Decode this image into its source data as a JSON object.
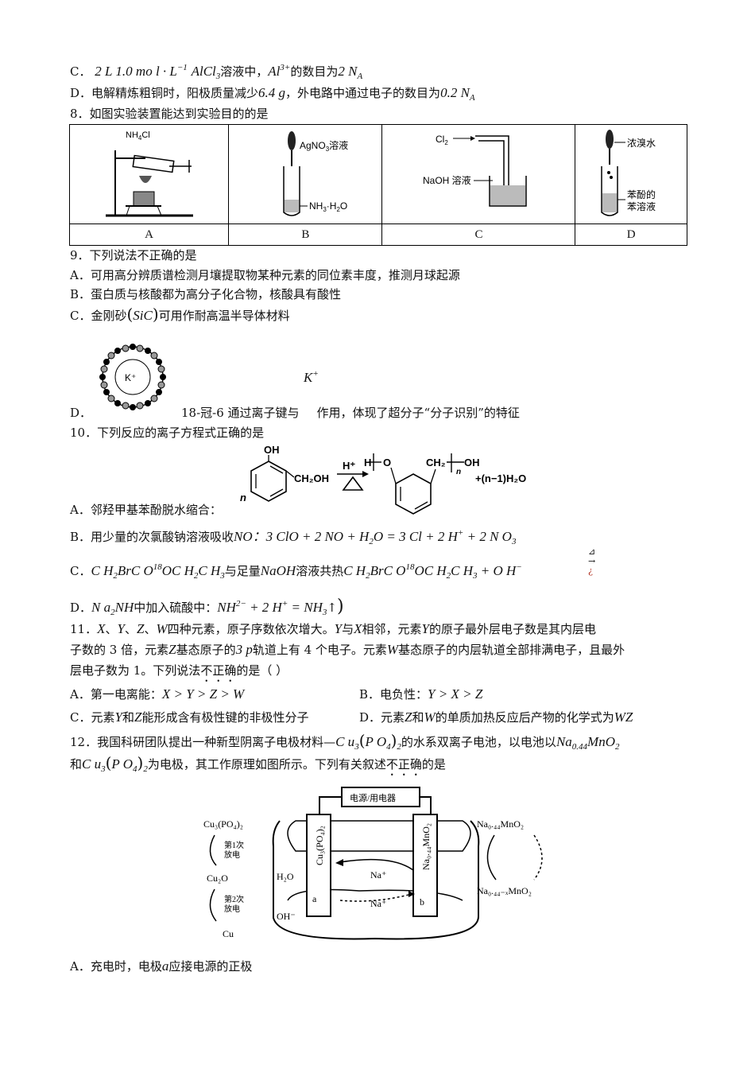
{
  "q7": {
    "c_prefix": "C．",
    "c_formula": "2 L 1.0 mo l · L",
    "c_formula_sup": "−1",
    "c_species": "AlCl",
    "c_species_sub": "3",
    "c_text1": "溶液中，",
    "c_ion": "Al",
    "c_ion_sup": "3+",
    "c_text2": "的数目为",
    "c_value": "2 N",
    "c_value_sub": "A",
    "d_prefix": "D．",
    "d_text1": "电解精炼粗铜时，阳极质量减少",
    "d_mass": "6.4 g",
    "d_text2": "，外电路中通过电子的数目为",
    "d_value": "0.2 N",
    "d_value_sub": "A"
  },
  "q8": {
    "stem": "8．如图实验装置能达到实验目的的是",
    "labels": [
      "A",
      "B",
      "C",
      "D"
    ],
    "figA": {
      "reagent": "NH",
      "reagent_sub": "4",
      "reagent_tail": "Cl"
    },
    "figB": {
      "top": "AgNO",
      "top_sub": "3",
      "top_tail": "溶液",
      "bottom": "NH",
      "bottom_sub": "3",
      "bottom_tail": "·H",
      "bottom_sub2": "2",
      "bottom_end": "O"
    },
    "figC": {
      "gas": "Cl",
      "gas_sub": "2",
      "solution": "NaOH 溶液"
    },
    "figD": {
      "top": "浓溴水",
      "bottom1": "苯酚的",
      "bottom2": "苯溶液"
    }
  },
  "q9": {
    "stem": "9．下列说法不正确的是",
    "a": "A．可用高分辨质谱检测月壤提取物某种元素的同位素丰度，推测月球起源",
    "b": "B．蛋白质与核酸都为高分子化合物，核酸具有酸性",
    "c_prefix": "C．金刚砂",
    "c_formula": "SiC",
    "c_text": "可用作耐高温半导体材料",
    "d_prefix": "D．",
    "d_crown_center": "K⁺",
    "d_ion": "K",
    "d_ion_sup": "+",
    "d_text1": "18-冠-6 通过离子键与",
    "d_text2": "作用，体现了超分子“分子识别”的特征"
  },
  "q10": {
    "stem": "10．下列反应的离子方程式正确的是",
    "scheme": {
      "n": "n",
      "oh": "OH",
      "ch2oh": "CH₂OH",
      "catalyst": "H⁺",
      "h": "H",
      "o": "O",
      "ch2": "CH₂",
      "n2": "n",
      "oh2": "OH",
      "product2": "+(n−1)H₂O"
    },
    "a": "A．邻羟甲基苯酚脱水缩合：",
    "b_prefix": "B．用少量的次氯酸钠溶液吸收",
    "b_species": "NO",
    "b_eq": "：3 ClO + 2 NO + H",
    "b_eq_sub": "2",
    "b_eq2": "O = 3 Cl + 2 H",
    "b_eq2_sup": "+",
    "b_eq3": " + 2 N O",
    "b_eq3_sub": "3",
    "c_prefix": "C．",
    "c_left": "C H",
    "c_left_sub": "2",
    "c_left2": "BrC O",
    "c_left2_sup": "18",
    "c_left3": "OC H",
    "c_left3_sub": "2",
    "c_left4": "C H",
    "c_left4_sub": "3",
    "c_text": "与足量",
    "c_reagent": "NaOH",
    "c_text2": "溶液共热",
    "c_right": "C H",
    "c_right_sub": "2",
    "c_right2": "BrC O",
    "c_right2_sup": "18",
    "c_right3": "OC H",
    "c_right3_sub": "2",
    "c_right4": "C H",
    "c_right4_sub": "3",
    "c_right5": " + O H",
    "c_right5_sup": "−",
    "c_arrow_top": "⊿",
    "c_arrow_mid": "→",
    "c_arrow_bottom": "¿",
    "d_prefix": "D．",
    "d_species": "N a",
    "d_species_sub": "2",
    "d_species2": "NH",
    "d_text": "中加入硫酸中：",
    "d_eq": "NH",
    "d_eq_sup": "2−",
    "d_eq2": " + 2 H",
    "d_eq2_sup": "+",
    "d_eq3": " = NH",
    "d_eq3_sub": "3",
    "d_eq4": "↑",
    "d_close": ")"
  },
  "q11": {
    "line1_prefix": "11．",
    "X": "X",
    "Y": "Y",
    "Z": "Z",
    "W": "W",
    "line1_a": "、",
    "line1_b": "四种元素，原子序数依次增大。",
    "line1_c": "与",
    "line1_d": "相邻，元素",
    "line1_e": "的原子最外层电子数是其内层电",
    "line2_a": "子数的 3 倍，元素",
    "line2_b": "基态原子的",
    "line2_orbital": "3 p",
    "line2_c": "轨道上有 4 个电子。元素",
    "line2_d": "基态原子的内层轨道全部排满电子，且最外",
    "line3_a": "层电子数为 1。下列说法",
    "line3_emph": "不正确",
    "line3_b": "的是（     ）",
    "a_prefix": "A．第一电离能：",
    "a_eq": "X > Y > Z > W",
    "b_prefix": "B．电负性：",
    "b_eq": "Y > X > Z",
    "c_prefix": "C．元素",
    "c_mid": "和",
    "c_text": "能形成含有极性键的非极性分子",
    "d_prefix": "D．元素",
    "d_mid": "和",
    "d_text": "的单质加热反应后产物的化学式为",
    "d_formula": "WZ"
  },
  "q12": {
    "line1_a": "12．我国科研团队提出一种新型阴离子电极材料—",
    "cu": "C u",
    "cu_sub": "3",
    "po": "P O",
    "po_sub": "4",
    "po_sub2": "2",
    "line1_b": "的水系双离子电池，以电池以",
    "na": "Na",
    "na_sub": "0.44",
    "mno": "MnO",
    "mno_sub": "2",
    "line2_a": "和",
    "line2_b": "为电极，其工作原理如图所示。下列有关叙述",
    "line2_emph": "不正确",
    "line2_c": "的是",
    "fig": {
      "box": "电源/用电器",
      "left_top": "Cu₃(PO₄)₂",
      "left_step1a": "第1次",
      "left_step1b": "放电",
      "left_mid": "Cu₂O",
      "left_step2a": "第2次",
      "left_step2b": "放电",
      "left_bottom": "Cu",
      "electrode_a_label": "Cu₃(PO₄)₂",
      "electrode_b_label": "Na₀.₄₄MnO₂",
      "a": "a",
      "b": "b",
      "h2o": "H₂O",
      "oh": "OH⁻",
      "na1": "Na⁺",
      "na2": "Na⁺",
      "right_top": "Na₀.₄₄MnO₂",
      "right_bottom": "Na₀.₄₄₋ₓMnO₂"
    },
    "a": "A．充电时，电极",
    "a_var": "a",
    "a_text": "应接电源的正极"
  }
}
